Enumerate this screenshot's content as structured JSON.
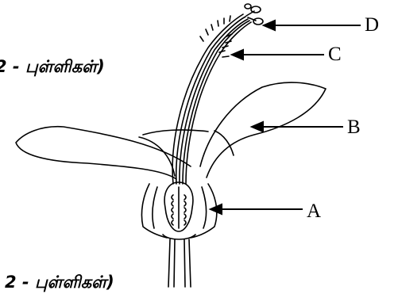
{
  "figure": {
    "labels": {
      "d": "D",
      "c": "C",
      "b": "B",
      "a": "A"
    },
    "text_fragments": {
      "top": "2 - புள்ளிகள்)",
      "bottom": "2 - புள்ளிகள்)"
    }
  }
}
